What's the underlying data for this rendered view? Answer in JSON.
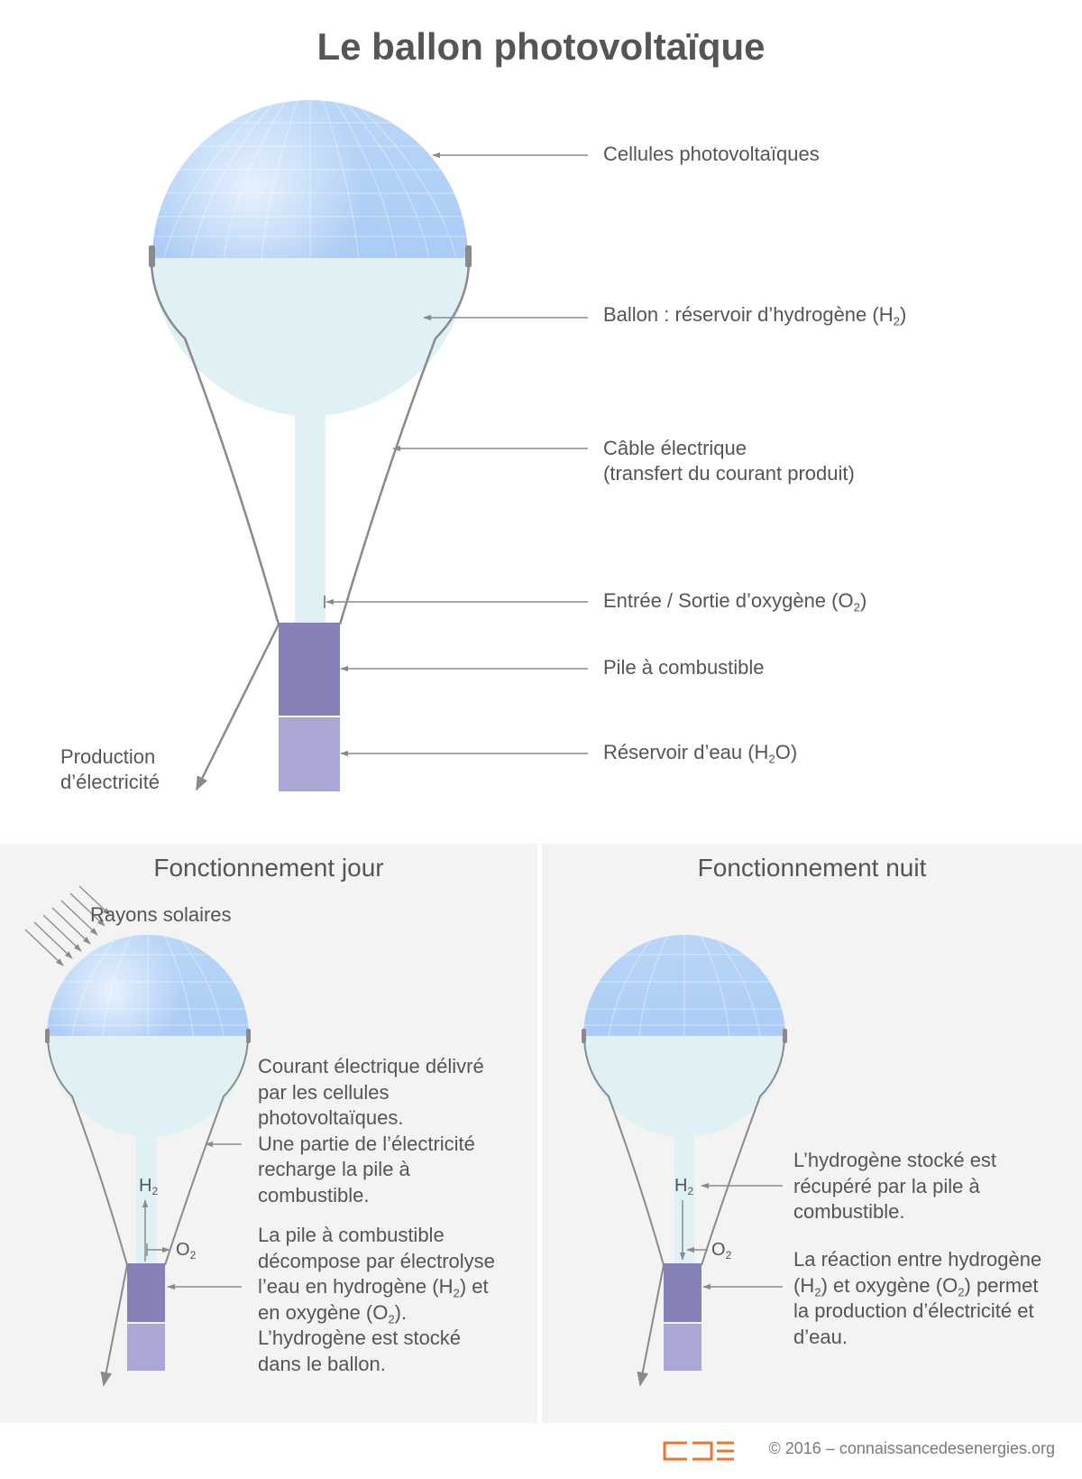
{
  "title": "Le ballon photovoltaïque",
  "main": {
    "labels": {
      "cellules": "Cellules photovoltaïques",
      "ballon_prefix": "Ballon : réservoir d’hydrogène (H",
      "ballon_sub": "2",
      "ballon_suffix": ")",
      "cable_line1": "Câble électrique",
      "cable_line2": "(transfert du courant produit)",
      "oxygene_prefix": "Entrée / Sortie d’oxygène (O",
      "oxygene_sub": "2",
      "oxygene_suffix": ")",
      "pile": "Pile à combustible",
      "eau_prefix": "Réservoir d’eau (H",
      "eau_sub": "2",
      "eau_suffix": "O)",
      "production_line1": "Production",
      "production_line2": "d’électricité"
    }
  },
  "day": {
    "title": "Fonctionnement jour",
    "rays_label": "Rayons solaires",
    "h2_main": "H",
    "h2_sub": "2",
    "o2_main": "O",
    "o2_sub": "2",
    "text1_lines": [
      "Courant électrique délivré",
      "par les cellules",
      "photovoltaïques.",
      "Une partie de l’électricité",
      "recharge la pile à",
      "combustible."
    ],
    "text2_line1": "La pile à combustible",
    "text2_line2": "décompose par électrolyse",
    "text2_line3_prefix": "l’eau en hydrogène (H",
    "text2_line3_sub": "2",
    "text2_line3_suffix": ") et",
    "text2_line4_prefix": "en oxygène (O",
    "text2_line4_sub": "2",
    "text2_line4_suffix": ").",
    "text2_line5": "L’hydrogène est stocké",
    "text2_line6": "dans le ballon."
  },
  "night": {
    "title": "Fonctionnement nuit",
    "h2_main": "H",
    "h2_sub": "2",
    "o2_main": "O",
    "o2_sub": "2",
    "text1_lines": [
      "L’hydrogène stocké est",
      "récupéré par la pile à",
      "combustible."
    ],
    "text2_line1": "La réaction entre hydrogène",
    "text2_line2_a": "(H",
    "text2_line2_sub1": "2",
    "text2_line2_b": ") et oxygène (O",
    "text2_line2_sub2": "2",
    "text2_line2_c": ") permet",
    "text2_line3": "la production d’électricité et",
    "text2_line4": "d’eau."
  },
  "footer": {
    "copyright": "© 2016 – connaissancedesenergies.org",
    "logo_icon": "cde-logo-icon"
  },
  "colors": {
    "panel_bg": "#f3f3f3",
    "balloon_top": "#a6c8f5",
    "balloon_body": "#dff1f5",
    "fuel_cell": "#8581b6",
    "water_tank": "#aaa7d6",
    "cable": "#8a8a8a",
    "logo": "#e8772e"
  }
}
